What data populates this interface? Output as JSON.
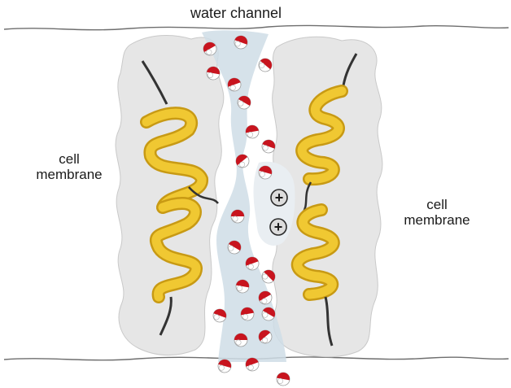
{
  "title": "water channel",
  "left_label": {
    "line1": "cell",
    "line2": "membrane"
  },
  "right_label": {
    "line1": "cell",
    "line2": "membrane"
  },
  "ion_symbol": "+",
  "colors": {
    "protein": "#e6e6e6",
    "channel": "#cfdde6",
    "helix": "#f0c832",
    "helix_dark": "#c89a14",
    "oxygen": "#c8141e",
    "hydrogen": "#ffffff",
    "membrane_line": "#6e6e6e"
  },
  "icons": [
    "helix-icon",
    "water-molecule-icon",
    "ion-icon"
  ]
}
